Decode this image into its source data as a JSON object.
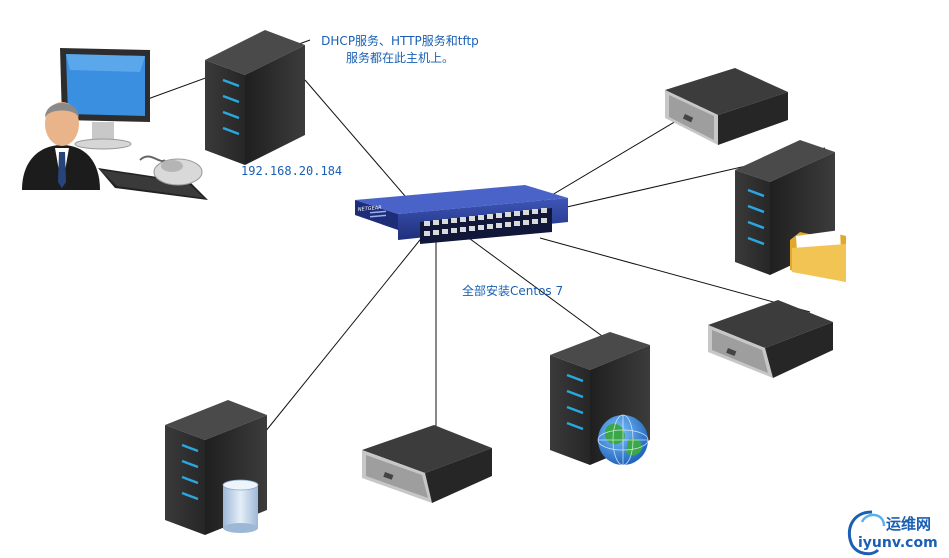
{
  "labels": {
    "dhcp_line1": "DHCP服务、HTTP服务和tftp",
    "dhcp_line2": "服务都在此主机上。",
    "server_ip": "192.168.20.184",
    "install_note": "全部安装Centos 7"
  },
  "switch": {
    "brand": "NETGEAR"
  },
  "watermark": {
    "text": "运维网",
    "url": "iyunv.com"
  },
  "nodes": [
    {
      "id": "admin-workstation",
      "icon": "user-computer-icon"
    },
    {
      "id": "pxe-server",
      "icon": "tower-server-icon"
    },
    {
      "id": "switch",
      "icon": "network-switch-icon"
    },
    {
      "id": "rack-server-top-right",
      "icon": "rack-server-icon"
    },
    {
      "id": "file-server",
      "icon": "tower-server-folder-icon"
    },
    {
      "id": "rack-server-right",
      "icon": "rack-server-icon"
    },
    {
      "id": "web-server",
      "icon": "tower-server-globe-icon"
    },
    {
      "id": "rack-server-bottom",
      "icon": "rack-server-icon"
    },
    {
      "id": "db-server",
      "icon": "tower-server-database-icon"
    }
  ],
  "colors": {
    "label": "#1a5fb4",
    "switch": "#2a3f9a",
    "server": "#2f2f2f",
    "led": "#2aa7e0"
  }
}
